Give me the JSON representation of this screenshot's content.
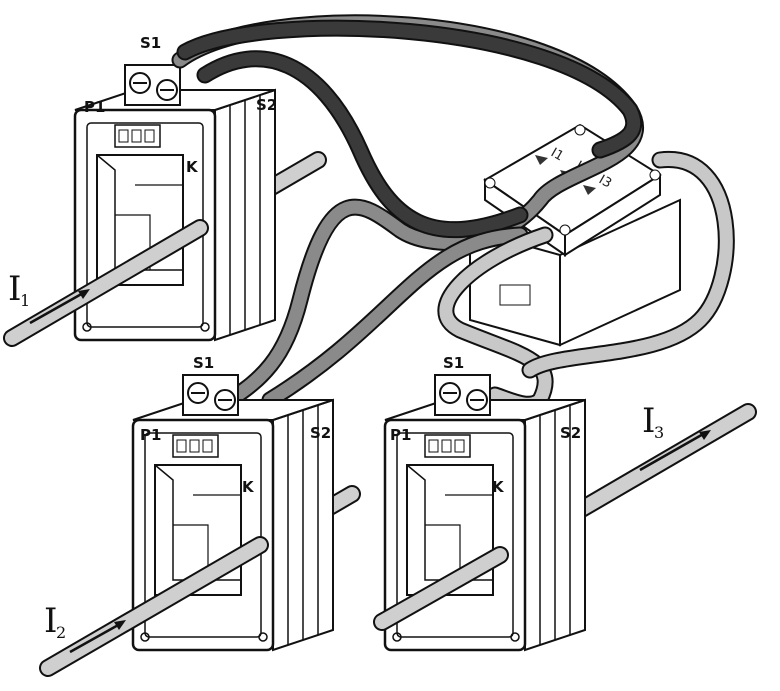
{
  "diagram": {
    "transformers": [
      {
        "s1": "S1",
        "s2": "S2",
        "p1": "P1",
        "k": "K",
        "current": "I",
        "current_sub": "1"
      },
      {
        "s1": "S1",
        "s2": "S2",
        "p1": "P1",
        "k": "K",
        "current": "I",
        "current_sub": "2"
      },
      {
        "s1": "S1",
        "s2": "S2",
        "p1": "P1",
        "k": "K",
        "current": "I",
        "current_sub": "3"
      }
    ],
    "module": {
      "inputs": [
        "I1",
        "I2",
        "I3"
      ]
    },
    "colors": {
      "cable1": "#3a3a3a",
      "cable2": "#8a8a8a",
      "cable3": "#c8c8c8",
      "rod": "#cfcfcf"
    }
  }
}
